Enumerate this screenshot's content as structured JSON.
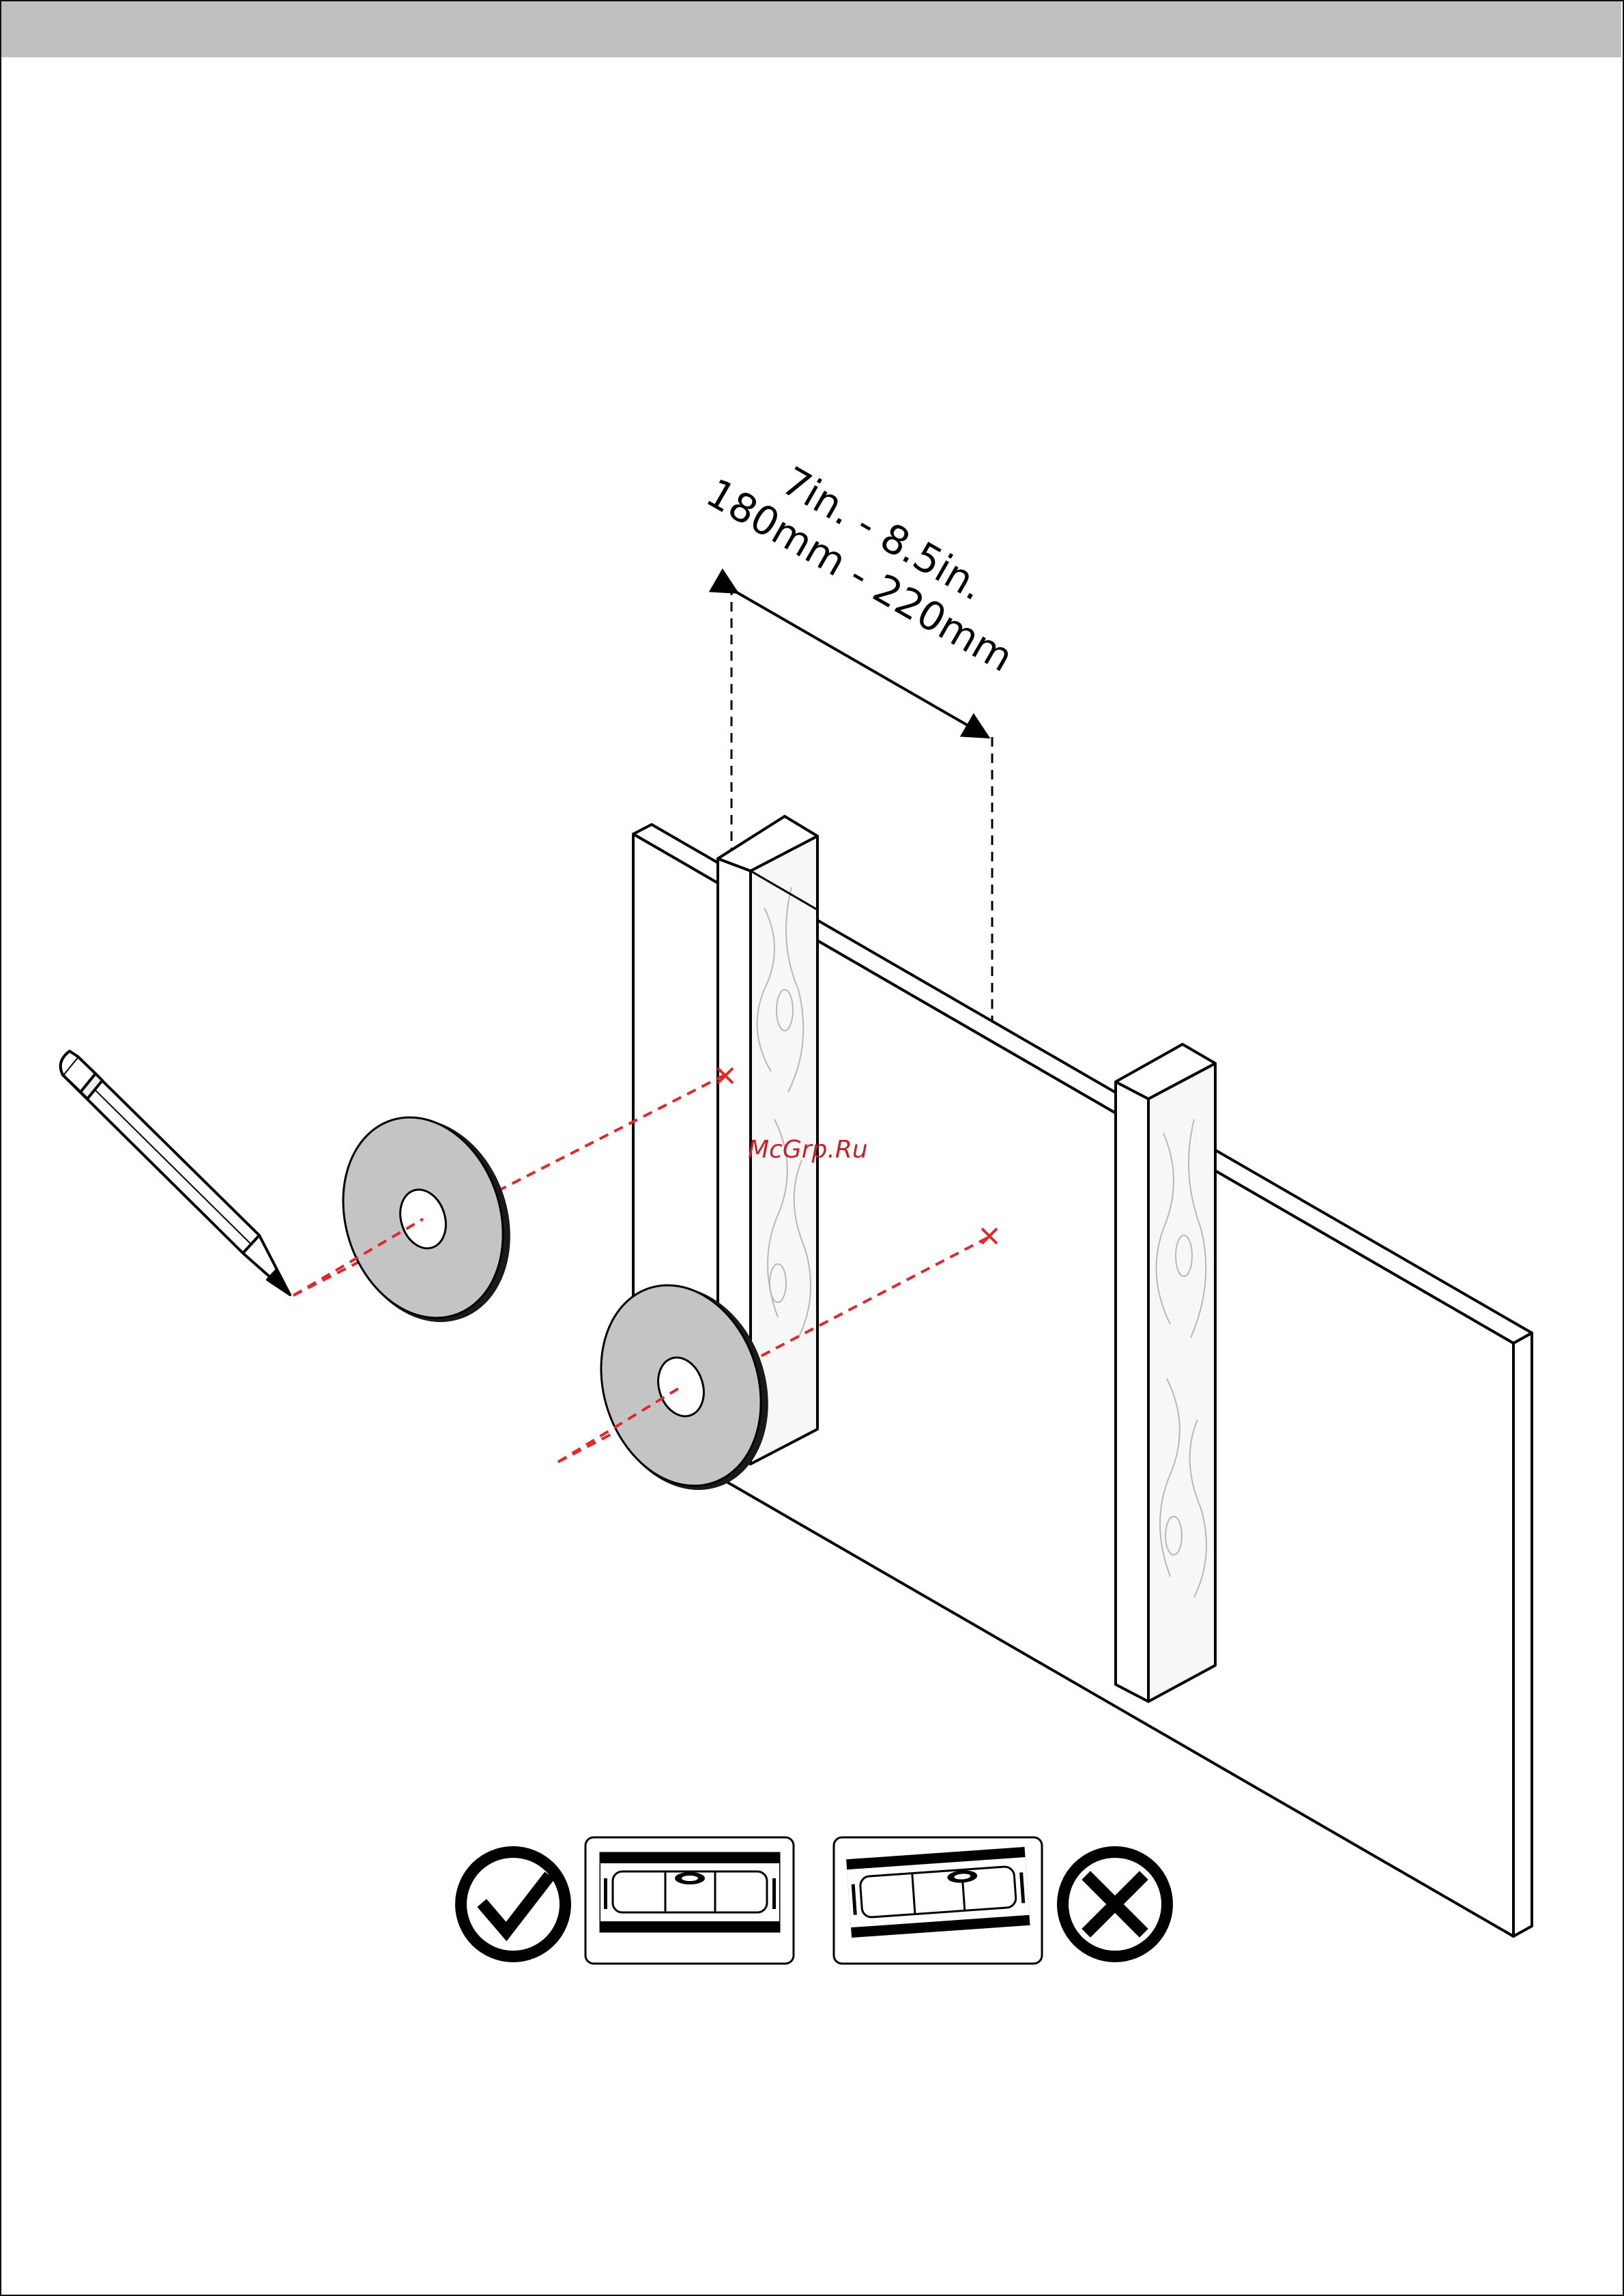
{
  "dimension": {
    "imperial": "7in. - 8.5in.",
    "metric": "180mm - 220mm"
  },
  "watermark": "McGrp.Ru",
  "colors": {
    "header_bar": "#c0c0c0",
    "mark_line": "#e0282c",
    "washer_fill": "#c4c4c4",
    "outline": "#000000"
  },
  "icons": {
    "correct": "check-circle-icon",
    "incorrect": "x-circle-icon",
    "tool": "pencil-icon",
    "level": "spirit-level-icon"
  }
}
